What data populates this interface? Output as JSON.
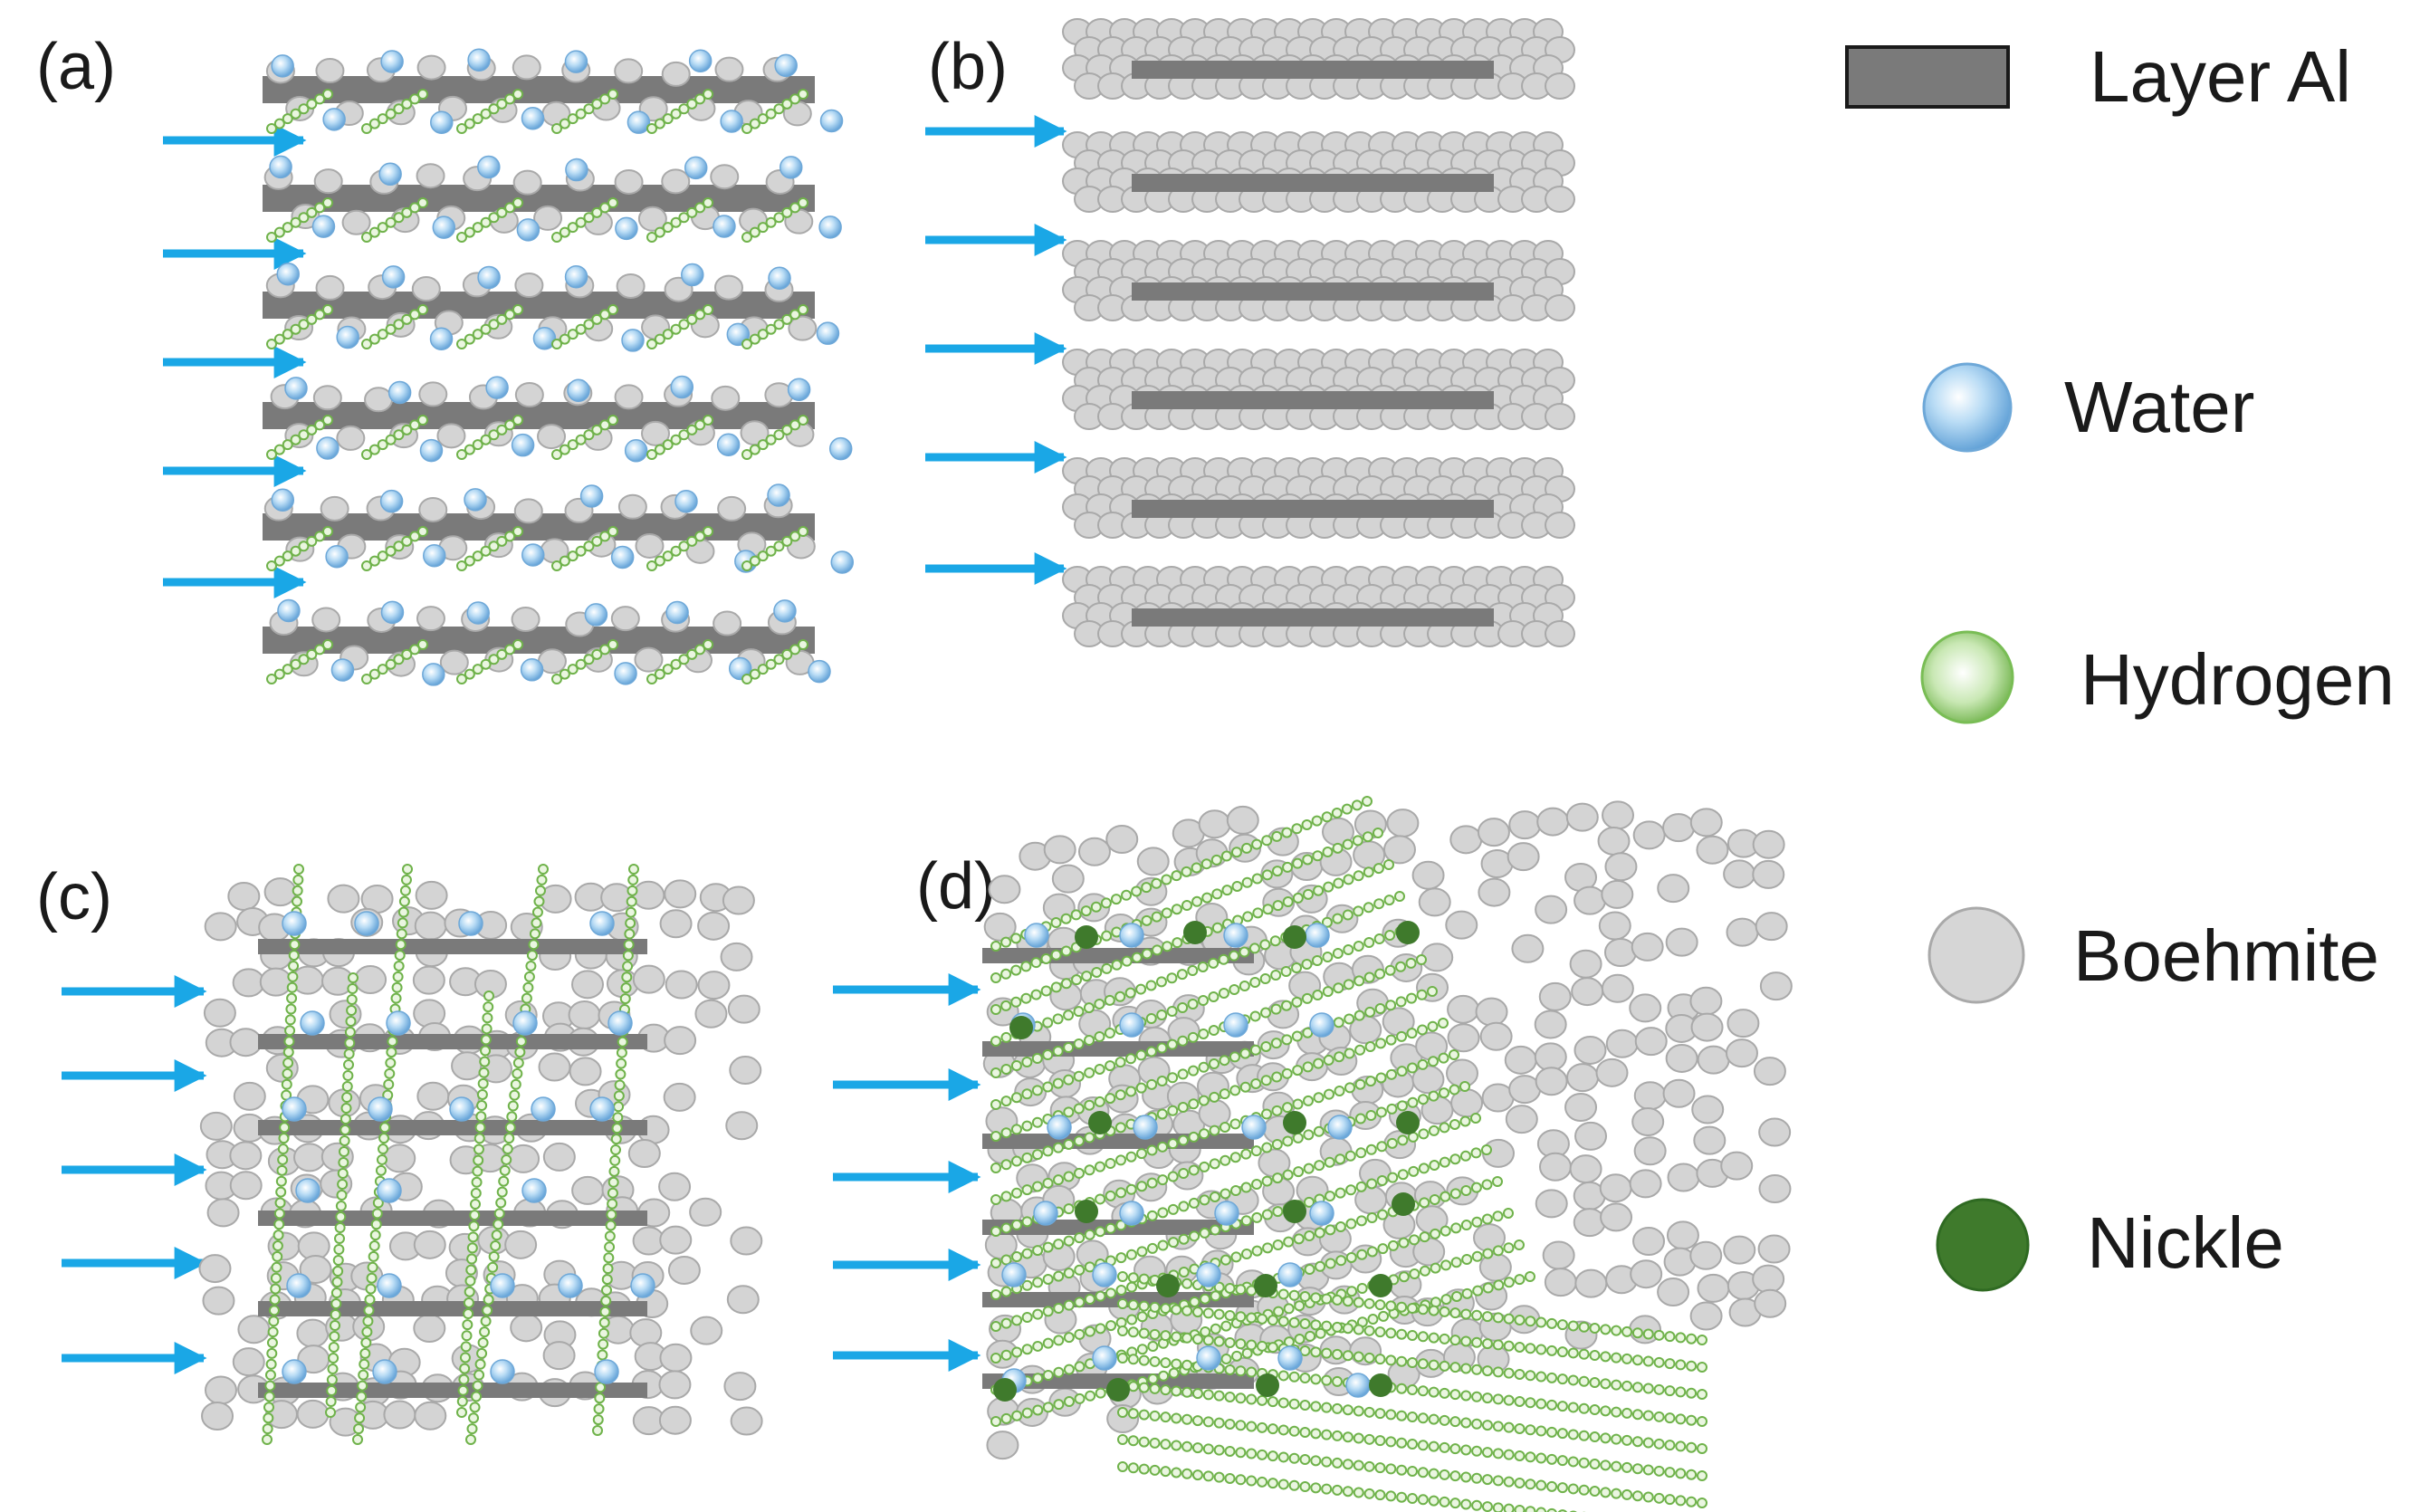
{
  "panels": [
    {
      "id": "a",
      "label": "(a)"
    },
    {
      "id": "b",
      "label": "(b)"
    },
    {
      "id": "c",
      "label": "(c)"
    },
    {
      "id": "d",
      "label": "(d)"
    }
  ],
  "legend": {
    "layer_al": {
      "label": "Layer Al",
      "color": "#7a7a7a"
    },
    "water": {
      "label": "Water",
      "color": "#8fc6ee"
    },
    "hydrogen": {
      "label": "Hydrogen",
      "color": "#8fcb6a"
    },
    "boehmite": {
      "label": "Boehmite",
      "color": "#d4d4d4"
    },
    "nickle": {
      "label": "Nickle",
      "color": "#3f7a2c"
    }
  },
  "colors": {
    "arrow": "#1aa7e6",
    "layer": "#7a7a7a",
    "boehmite_stroke": "#a9a9a9",
    "hydrogen_stroke": "#6fb24a"
  }
}
